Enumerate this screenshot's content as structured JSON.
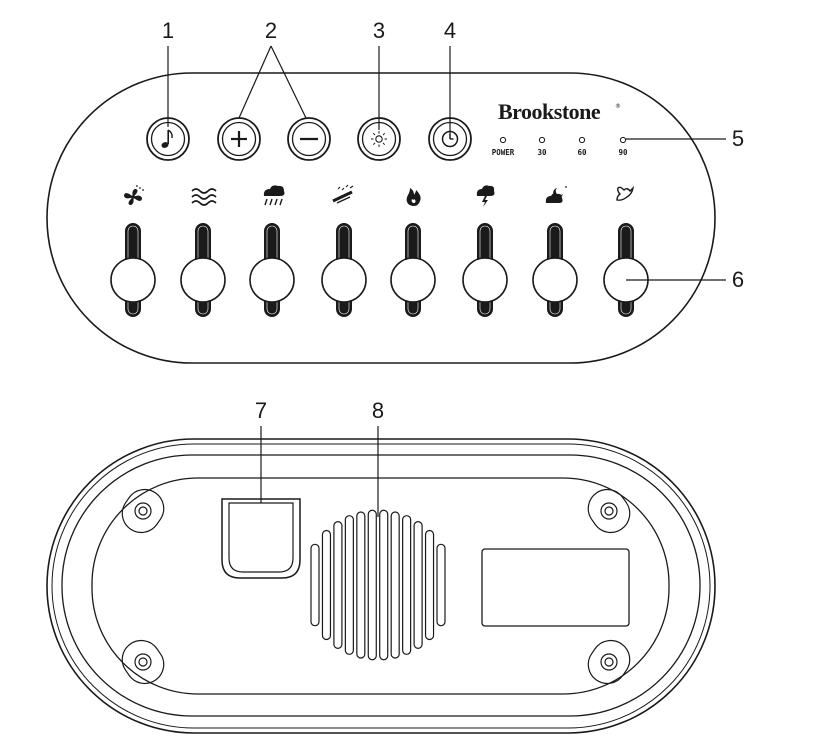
{
  "top_view": {
    "brand": "Brookstone",
    "registered_mark": "®",
    "callouts": [
      "1",
      "2",
      "3",
      "4",
      "5",
      "6"
    ],
    "buttons": [
      {
        "name": "music-button",
        "icon": "music-note-icon"
      },
      {
        "name": "volume-up-button",
        "icon": "plus-icon"
      },
      {
        "name": "volume-down-button",
        "icon": "minus-icon"
      },
      {
        "name": "light-button",
        "icon": "sun-icon"
      },
      {
        "name": "timer-button",
        "icon": "clock-icon"
      }
    ],
    "indicator_labels": [
      "POWER",
      "30",
      "60",
      "90"
    ],
    "sound_sliders": [
      {
        "icon": "fan-icon"
      },
      {
        "icon": "ocean-waves-icon"
      },
      {
        "icon": "rain-icon"
      },
      {
        "icon": "wind-chime-icon"
      },
      {
        "icon": "fire-icon"
      },
      {
        "icon": "thunderstorm-icon"
      },
      {
        "icon": "night-icon"
      },
      {
        "icon": "bird-icon"
      }
    ]
  },
  "bottom_view": {
    "callouts": [
      "7",
      "8"
    ],
    "parts": [
      "battery-compartment",
      "speaker-grille",
      "label-plate",
      "rubber-feet"
    ]
  }
}
